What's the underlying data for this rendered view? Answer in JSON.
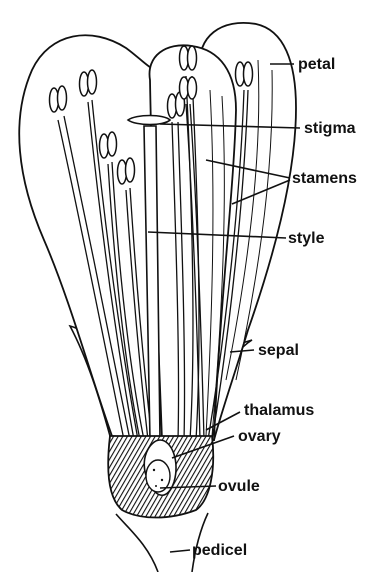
{
  "labels": {
    "petal": "petal",
    "stigma": "stigma",
    "stamens": "stamens",
    "style": "style",
    "sepal": "sepal",
    "thalamus": "thalamus",
    "ovary": "ovary",
    "ovule": "ovule",
    "pedicel": "pedicel"
  },
  "colors": {
    "ink": "#111111",
    "paper": "#ffffff"
  }
}
